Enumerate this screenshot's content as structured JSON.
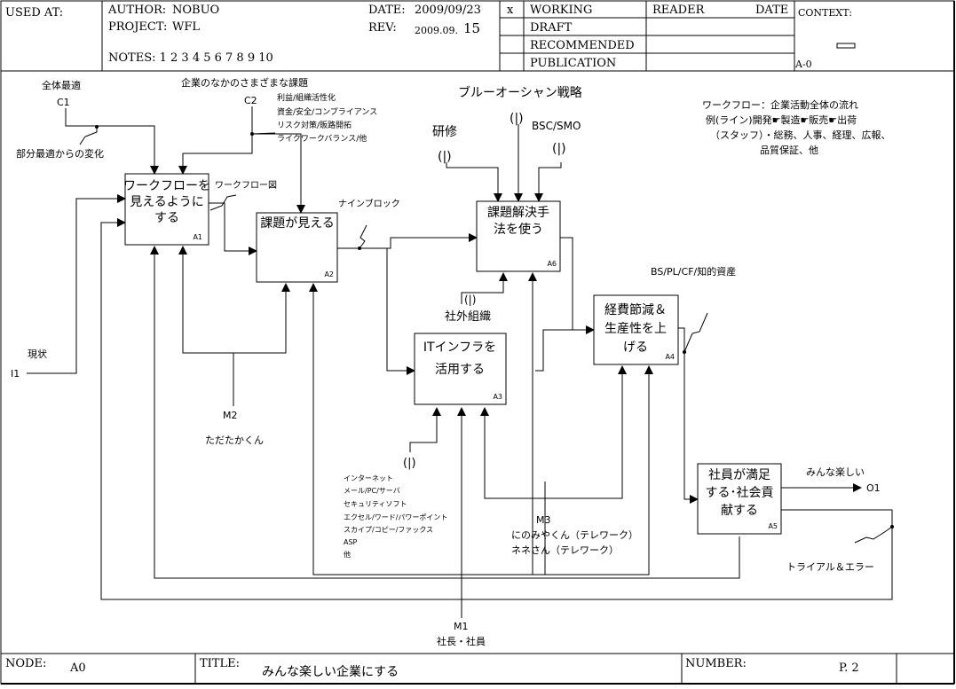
{
  "header": {
    "used_at": "USED AT:",
    "author_label": "AUTHOR:",
    "author": "NOBUO",
    "project_label": "PROJECT:",
    "project": "WFL",
    "notes": "NOTES:  1  2  3  4  5  6  7  8  9  10",
    "date_label": "DATE:",
    "date": "2009/09/23",
    "rev_label": "REV:",
    "rev_prefix": "2009.09.",
    "rev_num": "15",
    "mark": "x",
    "status": [
      "WORKING",
      "DRAFT",
      "RECOMMENDED",
      "PUBLICATION"
    ],
    "reader": "READER",
    "reader_date": "DATE",
    "context": "CONTEXT:",
    "context_node": "A-0"
  },
  "boxes": {
    "a1": {
      "lines": [
        "ワークフローを",
        "見えるように",
        "する"
      ],
      "num": "A1"
    },
    "a2": {
      "lines": [
        "課題が見える"
      ],
      "num": "A2"
    },
    "a3": {
      "lines": [
        "ITインフラを",
        "活用する"
      ],
      "num": "A3"
    },
    "a4": {
      "lines": [
        "経費節減＆",
        "生産性を上",
        "げる"
      ],
      "num": "A4"
    },
    "a5": {
      "lines": [
        "社員が満足",
        "する･社会貢",
        "献する"
      ],
      "num": "A5"
    },
    "a6": {
      "lines": [
        "課題解決手",
        "法を使う"
      ],
      "num": "A6"
    }
  },
  "labels": {
    "c1_title": "全体最適",
    "c1": "C1",
    "c1_sub": "部分最適からの変化",
    "c2_title": "企業のなかのさまざまな課題",
    "c2": "C2",
    "c2_items": [
      "利益/組織活性化",
      "資金/安全/コンプライアンス",
      "リスク対策/販路開拓",
      "ライクワークバランス/他"
    ],
    "workflow_fig": "ワークフロー図",
    "nine_block": "ナインブロック",
    "blue_ocean": "ブルーオーシャン戦略",
    "kenshu": "研修",
    "bsc": "BSC/SMO",
    "tunnel": "(|)",
    "gaibu": "社外組織",
    "i1_title": "現状",
    "i1": "I1",
    "m2": "M2",
    "m2_name": "ただたかくん",
    "bs": "BS/PL/CF/知的資産",
    "o1_title": "みんな楽しい",
    "o1": "O1",
    "trial": "トライアル＆エラー",
    "m3": "M3",
    "m3_names": [
      "にのみやくん（テレワーク）",
      "ネネさん（テレワーク）"
    ],
    "m1": "M1",
    "m1_name": "社長・社員",
    "it_items": [
      "インターネット",
      "メール/PC/サーバ",
      "セキュリティソフト",
      "エクセル/ワード/パワーポイント",
      "スカイプ/コピー/ファックス",
      "ASP",
      "他"
    ],
    "wf_note": [
      "ワークフロー：企業活動全体の流れ",
      "例(ライン)開発☛製造☛販売☛出荷",
      "（スタッフ）・総務、人事、経理、広報、",
      "品質保証、他"
    ]
  },
  "footer": {
    "node_label": "NODE:",
    "node": "A0",
    "title_label": "TITLE:",
    "title": "みんな楽しい企業にする",
    "number_label": "NUMBER:",
    "number": "P. 2"
  }
}
